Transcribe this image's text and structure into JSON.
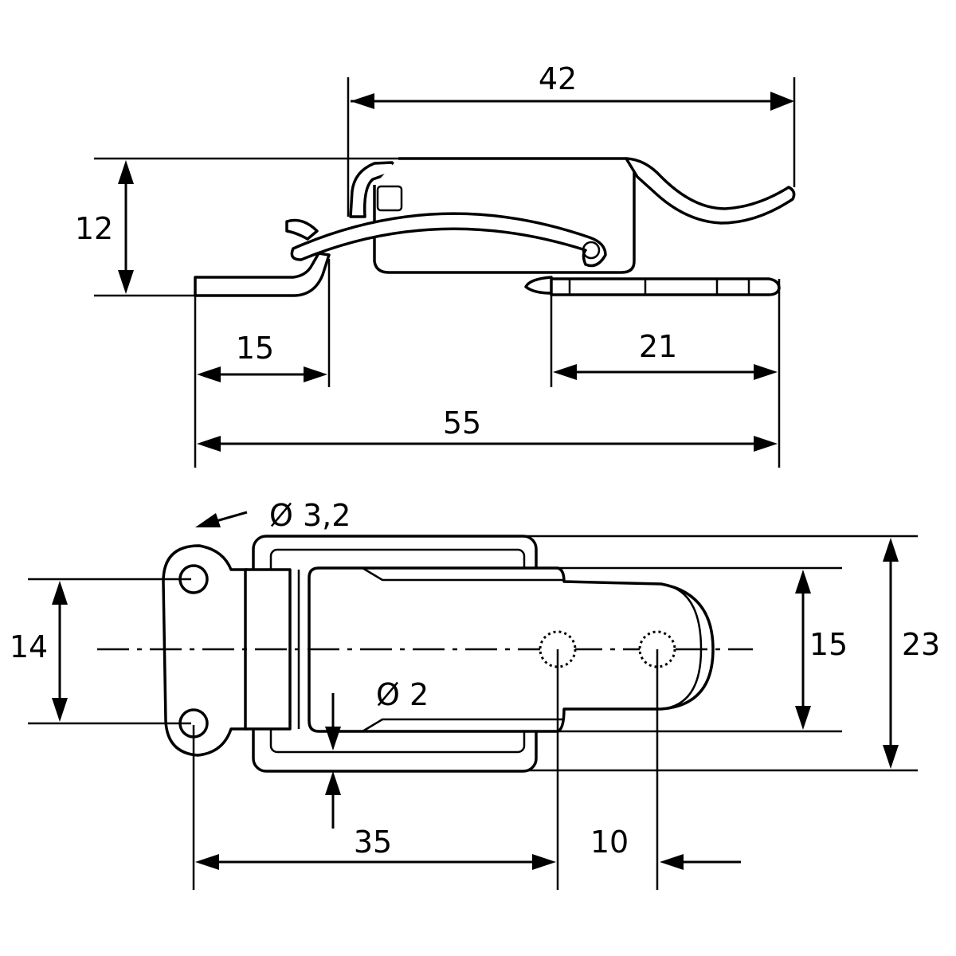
{
  "top_view": {
    "dim_overall_hook": "42",
    "dim_height": "12",
    "dim_left_plate": "15",
    "dim_right_plate": "21",
    "dim_total_length": "55"
  },
  "bottom_view": {
    "dim_mount_hole_dia": "Ø 3,2",
    "dim_hole_spacing": "14",
    "dim_hasp_hole_dia": "Ø 2",
    "dim_hasp_width": "15",
    "dim_total_width": "23",
    "dim_hole_to_hole": "35",
    "dim_hasp_hole_pitch": "10"
  }
}
